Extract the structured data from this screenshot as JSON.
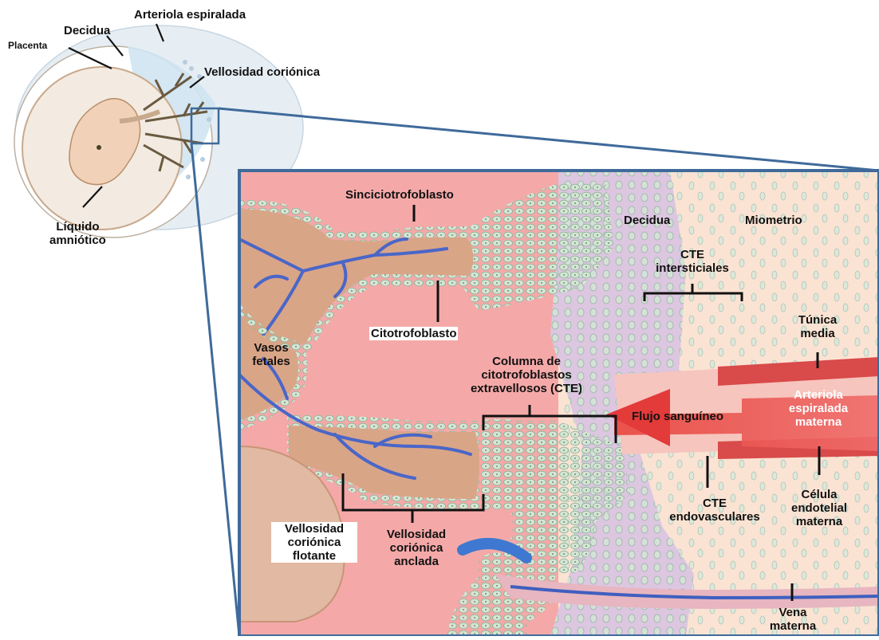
{
  "overview": {
    "placenta": "Placenta",
    "decidua": "Decidua",
    "arteriola_espiralada": "Arteriola espiralada",
    "vellosidad_corionica": "Vellosidad coriónica",
    "liquido_amniotico": "Líquido\namniótico"
  },
  "detail": {
    "sinciciotrofoblasto": "Sinciciotrofoblasto",
    "decidua": "Decidua",
    "miometrio": "Miometrio",
    "cte_intersticiales": "CTE\nintersticiales",
    "citotrofoblasto": "Citotrofoblasto",
    "vasos_fetales": "Vasos\nfetales",
    "tunica_media": "Túnica\nmedia",
    "columna_cte": "Columna de\ncitotrofoblastos\nextravellosos (CTE)",
    "arteriola_espiralada_materna": "Arteriola\nespiralada\nmaterna",
    "flujo_sanguineo": "Flujo sanguíneo",
    "cte_endovasculares": "CTE\nendovasculares",
    "celula_endotelial_materna": "Célula\nendotelial\nmaterna",
    "vellosidad_corionica_flotante": "Vellosidad\ncoriónica\nflotante",
    "vellosidad_corionica_anclada": "Vellosidad\ncoriónica\nanclada",
    "vena_materna": "Vena\nmaterna"
  },
  "colors": {
    "maternal_blood": "#f4a9a8",
    "decidua": "#dcc6e0",
    "miometrio": "#fbe3d3",
    "villus_core": "#d9a587",
    "fetal_vessels": "#4a66c8",
    "trophoblast_cells": "#cfe0d0",
    "artery": "#d94a4a",
    "arrow": "#e33a3a",
    "frame": "#3f6a9a"
  }
}
